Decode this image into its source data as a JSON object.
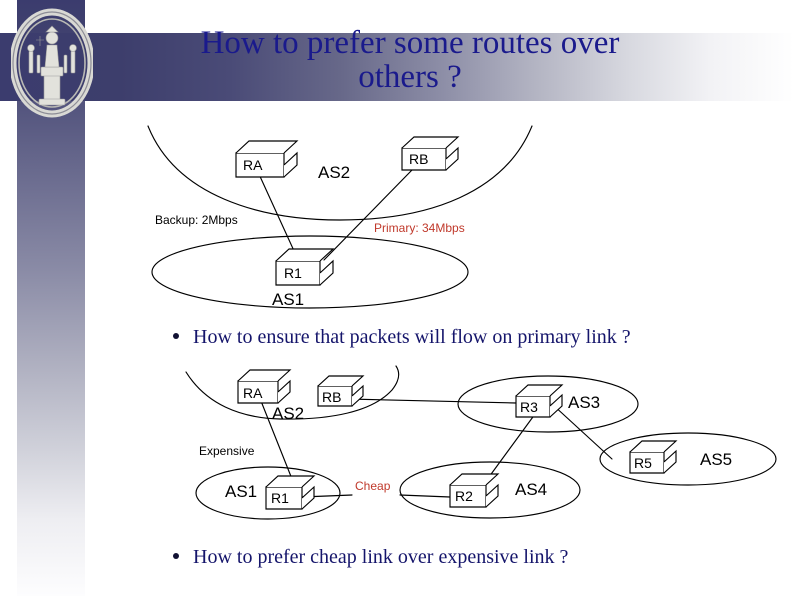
{
  "slide": {
    "title_line1": "How to prefer some routes over",
    "title_line2": "others ?",
    "title_color": "#1a1a8c",
    "accent_dark": "#3b3c6e",
    "logo": "university-seal-icon"
  },
  "bullets": [
    {
      "text": "How to ensure that packets will flow on primary link ?"
    },
    {
      "text": "How to prefer cheap link over expensive link ?"
    }
  ],
  "diagram_top": {
    "name": "primary-backup-link-diagram",
    "clouds": [
      {
        "id": "as2",
        "label": "AS2"
      },
      {
        "id": "as1",
        "label": "AS1"
      }
    ],
    "routers": [
      {
        "id": "ra",
        "label": "RA"
      },
      {
        "id": "rb",
        "label": "RB"
      },
      {
        "id": "r1",
        "label": "R1"
      }
    ],
    "link_labels": [
      {
        "id": "backup",
        "text": "Backup: 2Mbps",
        "color": "#000000"
      },
      {
        "id": "primary",
        "text": "Primary: 34Mbps",
        "color": "#c0392b"
      }
    ]
  },
  "diagram_bottom": {
    "name": "cheap-expensive-link-diagram",
    "clouds": [
      {
        "id": "as2",
        "label": "AS2"
      },
      {
        "id": "as3",
        "label": "AS3"
      },
      {
        "id": "as5",
        "label": "AS5"
      },
      {
        "id": "as1",
        "label": "AS1"
      },
      {
        "id": "as4",
        "label": "AS4"
      }
    ],
    "routers": [
      {
        "id": "ra",
        "label": "RA"
      },
      {
        "id": "rb",
        "label": "RB"
      },
      {
        "id": "r3",
        "label": "R3"
      },
      {
        "id": "r5",
        "label": "R5"
      },
      {
        "id": "r1",
        "label": "R1"
      },
      {
        "id": "r2",
        "label": "R2"
      }
    ],
    "link_labels": [
      {
        "id": "expensive",
        "text": "Expensive",
        "color": "#000000"
      },
      {
        "id": "cheap",
        "text": "Cheap",
        "color": "#c0392b"
      }
    ]
  }
}
